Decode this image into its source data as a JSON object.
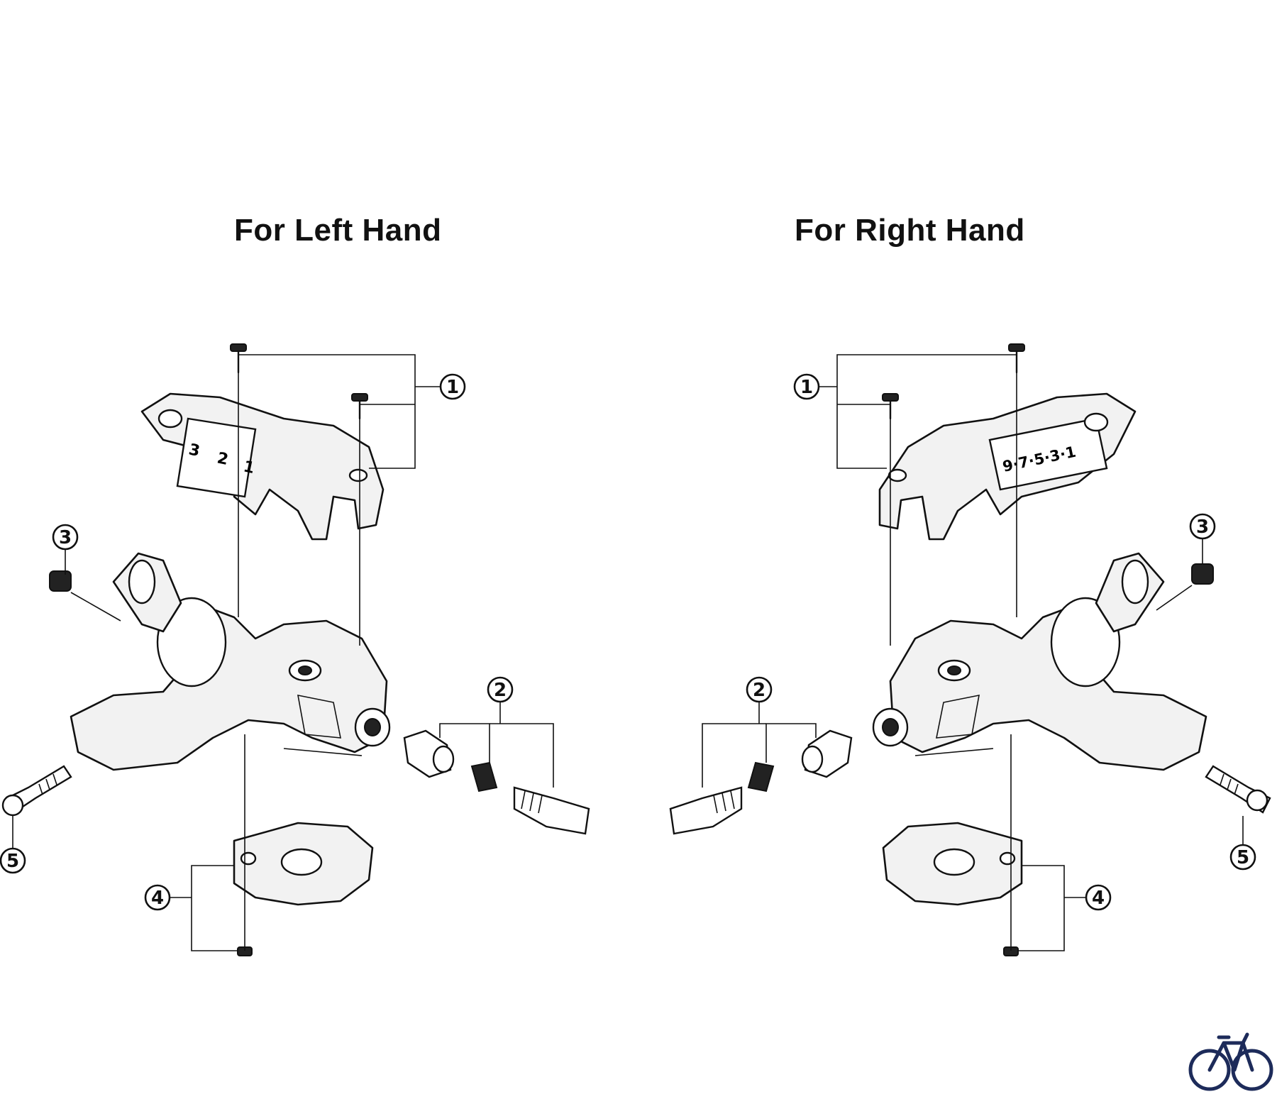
{
  "titles": {
    "left": "For Left Hand",
    "right": "For Right Hand"
  },
  "callouts": {
    "c1": "1",
    "c2": "2",
    "c3": "3",
    "c4": "4",
    "c5": "5"
  },
  "left_indicator_digits": [
    "3",
    "2",
    "1"
  ],
  "right_indicator_text": "9·7·5·3·1",
  "icons": {
    "corner_logo": "bicycle-icon"
  },
  "colors": {
    "line": "#111111",
    "fill": "#f2f2f2",
    "logo": "#1d2b5a"
  }
}
